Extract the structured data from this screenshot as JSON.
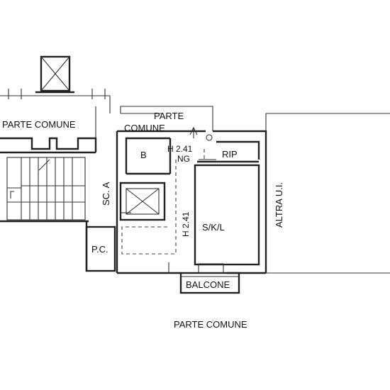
{
  "labels": {
    "parte_comune_left": "PARTE COMUNE",
    "parte_comune_top_1": "PARTE",
    "parte_comune_top_2": "COMUNE",
    "parte_comune_bottom": "PARTE COMUNE",
    "bagno": "B",
    "height_top": "H 2.41",
    "ng": "NG",
    "ripostiglio": "RIP",
    "scala": "SC. A",
    "height_side": "H 2.41",
    "soggiorno": "S/K/L",
    "altra_ui": "ALTRA U.I.",
    "pc": "P.C.",
    "balcone": "BALCONE"
  }
}
